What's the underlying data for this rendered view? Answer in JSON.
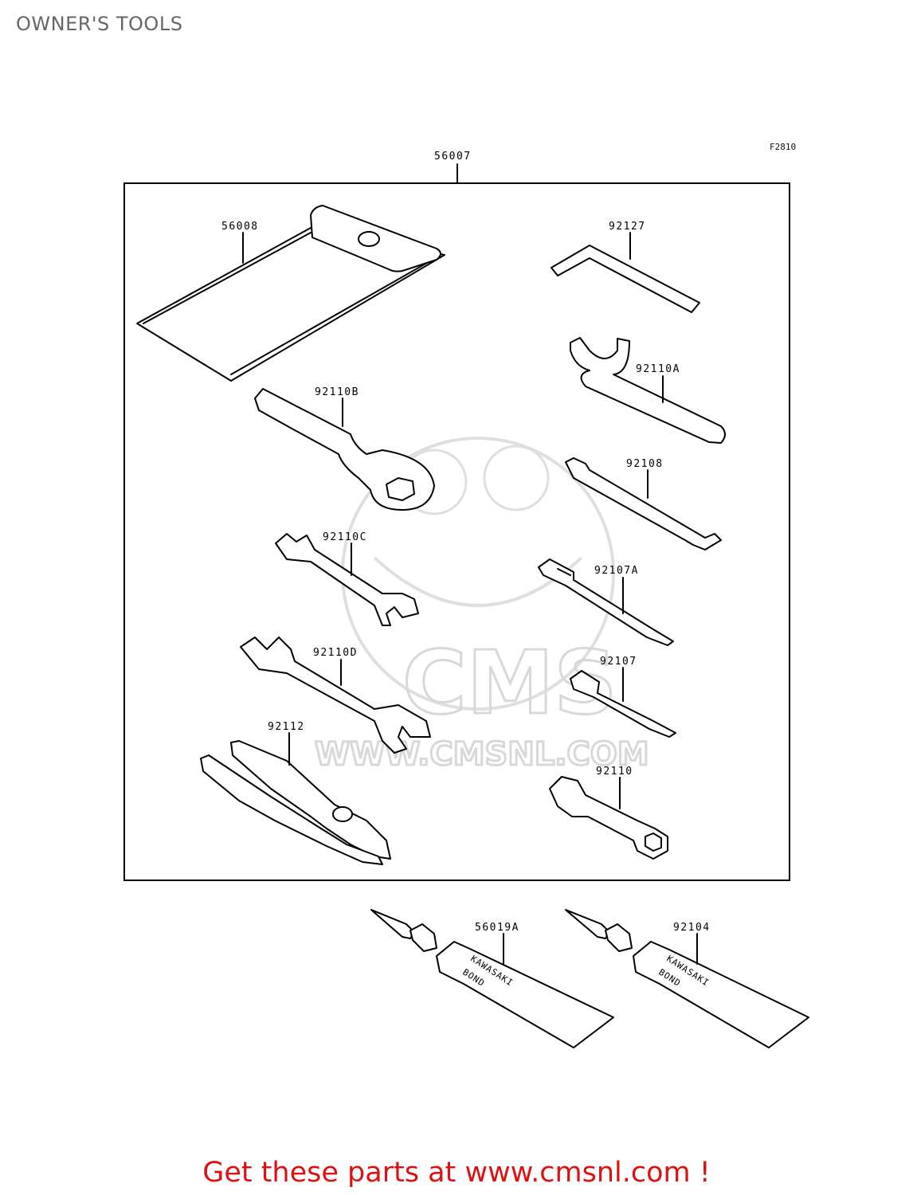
{
  "header": {
    "title": "OWNER'S TOOLS",
    "figure_code": "F2810"
  },
  "kit": {
    "part_number": "56007",
    "parts": [
      {
        "id": "pouch",
        "part_number": "56008"
      },
      {
        "id": "hex-key",
        "part_number": "92127"
      },
      {
        "id": "hook-wrench",
        "part_number": "92110A"
      },
      {
        "id": "ring-wrench",
        "part_number": "92110B"
      },
      {
        "id": "double-slot-bar",
        "part_number": "92108"
      },
      {
        "id": "open-wrench-small",
        "part_number": "92110C"
      },
      {
        "id": "screwdriver-a",
        "part_number": "92107A"
      },
      {
        "id": "open-wrench-large",
        "part_number": "92110D"
      },
      {
        "id": "screwdriver",
        "part_number": "92107"
      },
      {
        "id": "pliers",
        "part_number": "92112"
      },
      {
        "id": "spark-plug-wrench",
        "part_number": "92110"
      }
    ]
  },
  "extras": [
    {
      "id": "bond-tube-a",
      "part_number": "56019A",
      "tube_text_1": "KAWASAKI",
      "tube_text_2": "BOND"
    },
    {
      "id": "bond-tube-b",
      "part_number": "92104",
      "tube_text_1": "KAWASAKI",
      "tube_text_2": "BOND"
    }
  ],
  "watermark": {
    "logo_text": "CMS",
    "url_text": "WWW.CMSNL.COM"
  },
  "footer": {
    "cta": "Get these parts at www.cmsnl.com !"
  }
}
